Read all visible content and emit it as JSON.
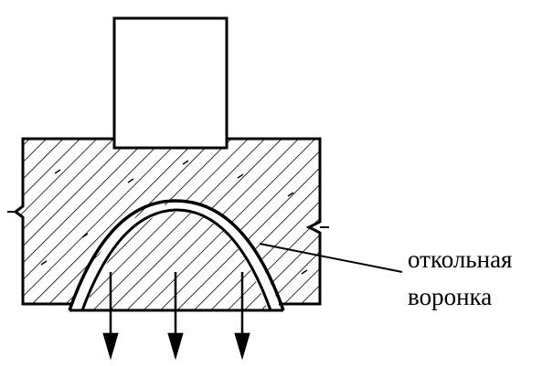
{
  "label": {
    "line1": "откольная",
    "line2": "воронка"
  },
  "colors": {
    "ink": "#000000",
    "background": "#ffffff"
  },
  "icons": [
    "hatched-concrete-slab",
    "punching-column",
    "spall-crater-cone",
    "down-arrow"
  ]
}
